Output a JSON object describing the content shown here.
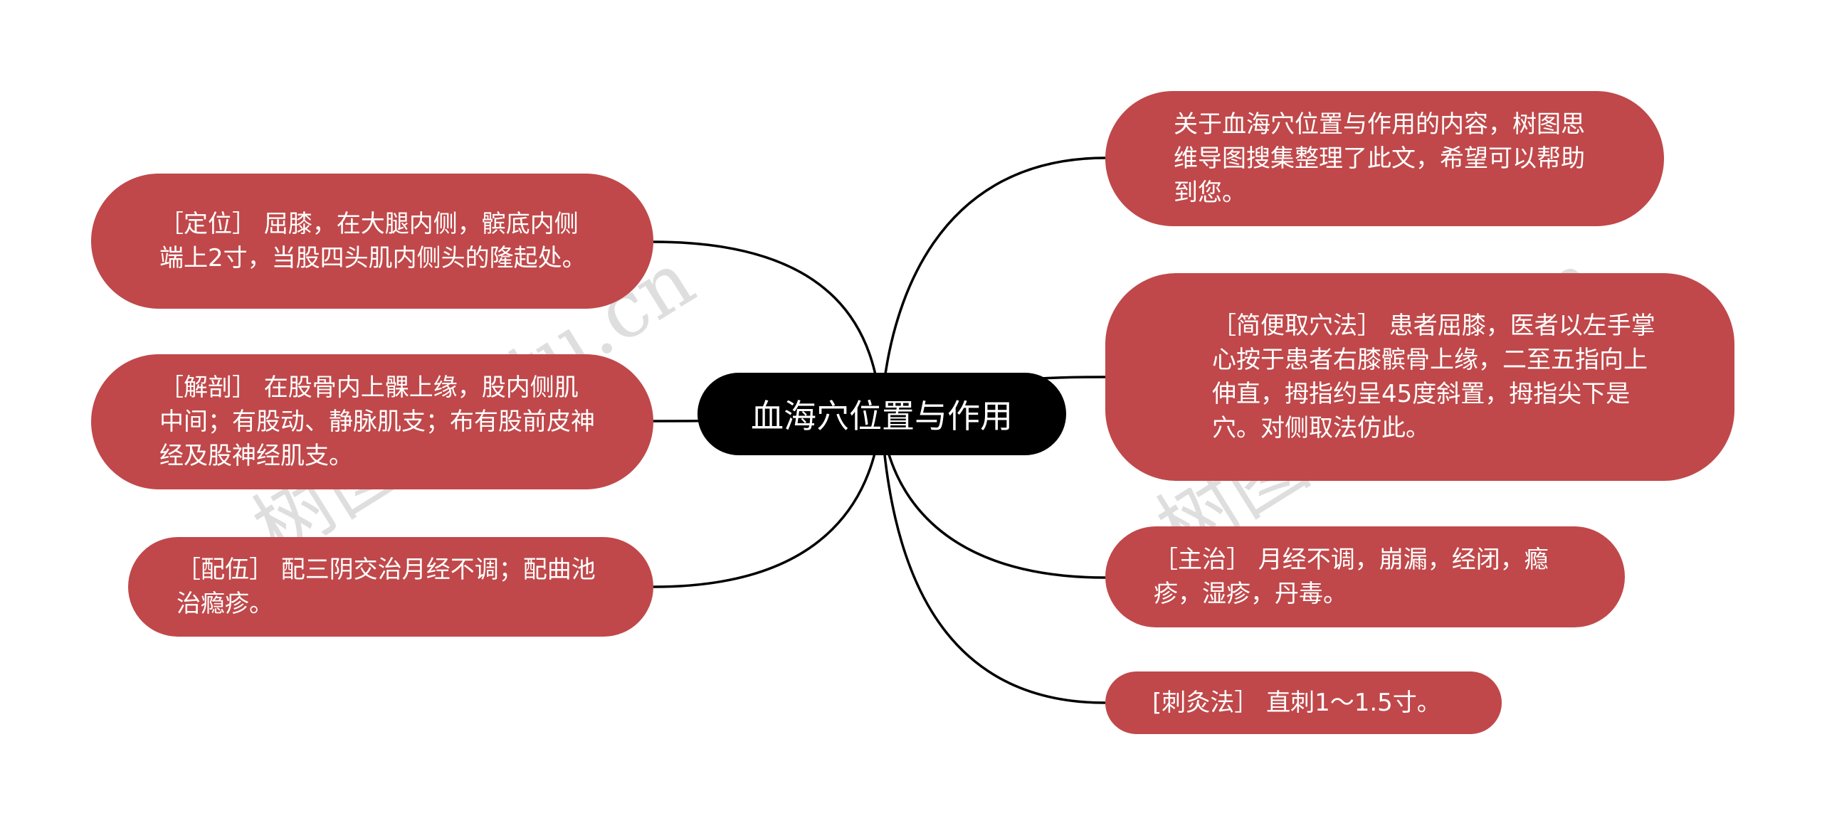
{
  "central_topic": "血海穴位置与作用",
  "watermark": "树图shutu.cn",
  "colors": {
    "node_fill": "#c0484a",
    "center_fill": "#000000",
    "link": "#000000"
  },
  "left_nodes": [
    {
      "text": "［定位］ 屈膝，在大腿内侧，髌底内侧端上2寸，当股四头肌内侧头的隆起处。"
    },
    {
      "text": "［解剖］ 在股骨内上髁上缘，股内侧肌中间；有股动、静脉肌支；布有股前皮神经及股神经肌支。"
    },
    {
      "text": "［配伍］ 配三阴交治月经不调；配曲池治瘾疹。"
    }
  ],
  "right_nodes": [
    {
      "text": "关于血海穴位置与作用的内容，树图思维导图搜集整理了此文，希望可以帮助到您。"
    },
    {
      "text": "［简便取穴法］ 患者屈膝，医者以左手掌心按于患者右膝髌骨上缘，二至五指向上伸直，拇指约呈45度斜置，拇指尖下是穴。对侧取法仿此。"
    },
    {
      "text": "［主治］ 月经不调，崩漏，经闭，瘾疹，湿疹，丹毒。"
    },
    {
      "text": "[刺灸法］ 直刺1～1.5寸。"
    }
  ]
}
